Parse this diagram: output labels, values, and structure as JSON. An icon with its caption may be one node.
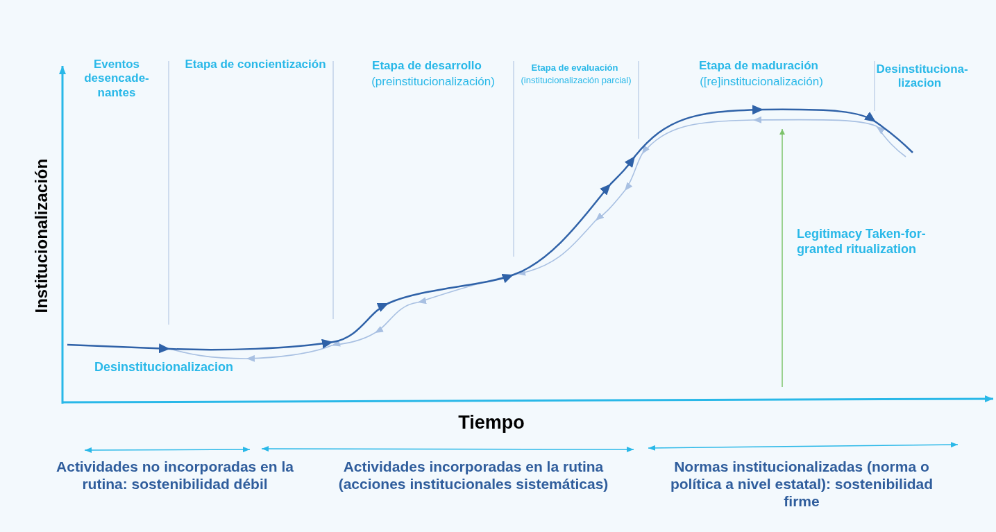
{
  "diagram": {
    "labels": [
      "Eventos desencade-nantes",
      "Etapa de concientización",
      "Etapa de desarrollo",
      "(preinstitucionalización)",
      "Etapa de evaluación",
      "(institucionalización parcial)",
      "Etapa de maduración",
      "([re]institucionalización)",
      "Desinstituciona-lizacion",
      "Institucionalización",
      "Legitimacy Taken-for-granted ritualization",
      "Desinstitucionalizacion",
      "Tiempo",
      "Actividades no incorporadas en la rutina: sostenibilidad débil",
      "Actividades incorporadas en la rutina (acciones institucionales sistemáticas)",
      "Normas institucionalizadas (norma o política a nivel estatal): sostenibilidad firme"
    ]
  }
}
